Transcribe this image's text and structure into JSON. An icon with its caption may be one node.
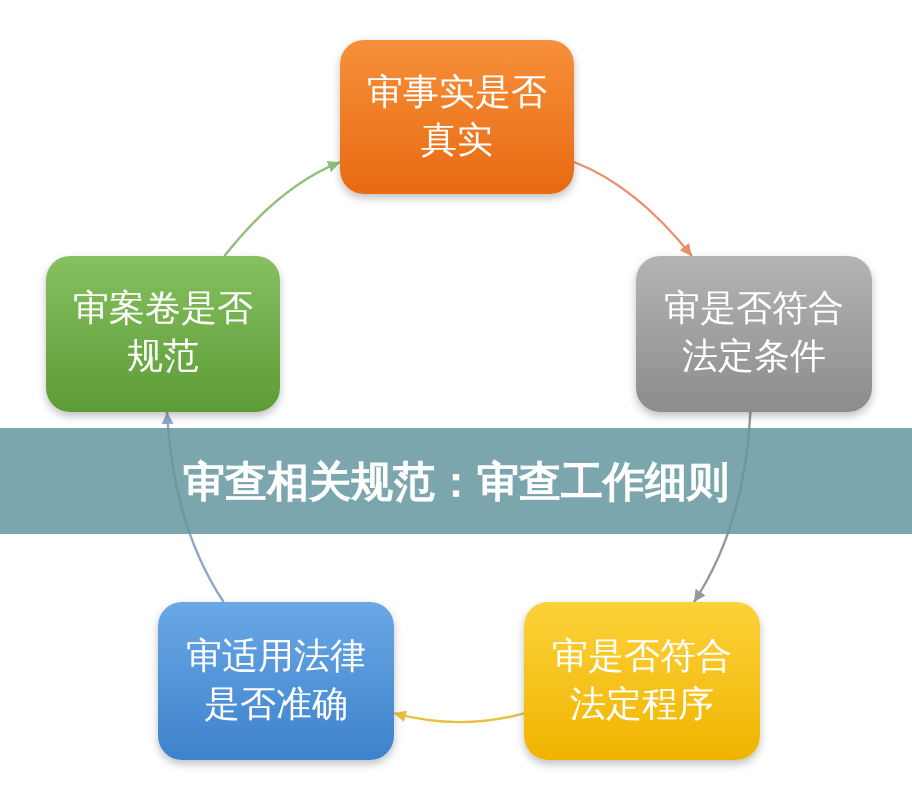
{
  "diagram": {
    "title": "审查相关规范：审查工作细则",
    "nodes": [
      {
        "text": [
          "审事实是否真实"
        ]
      },
      {
        "text": [
          "审是否符合法定条件"
        ]
      },
      {
        "text": [
          "审是否符合法定程序"
        ]
      },
      {
        "text": [
          "审适用法律是否准确"
        ]
      },
      {
        "text": [
          "审案卷是否规范"
        ]
      }
    ],
    "edges": [
      {
        "from": 0,
        "to": 1,
        "arrow": "to",
        "color": "#e8906a"
      },
      {
        "from": 1,
        "to": 2,
        "arrow": "to",
        "color": "#999999"
      },
      {
        "from": 2,
        "to": 3,
        "arrow": "to",
        "color": "#e8c040"
      },
      {
        "from": 3,
        "to": 4,
        "arrow": "to",
        "color": "#8fa8c8"
      },
      {
        "from": 4,
        "to": 0,
        "arrow": "to",
        "color": "#8fbf7a"
      }
    ]
  }
}
